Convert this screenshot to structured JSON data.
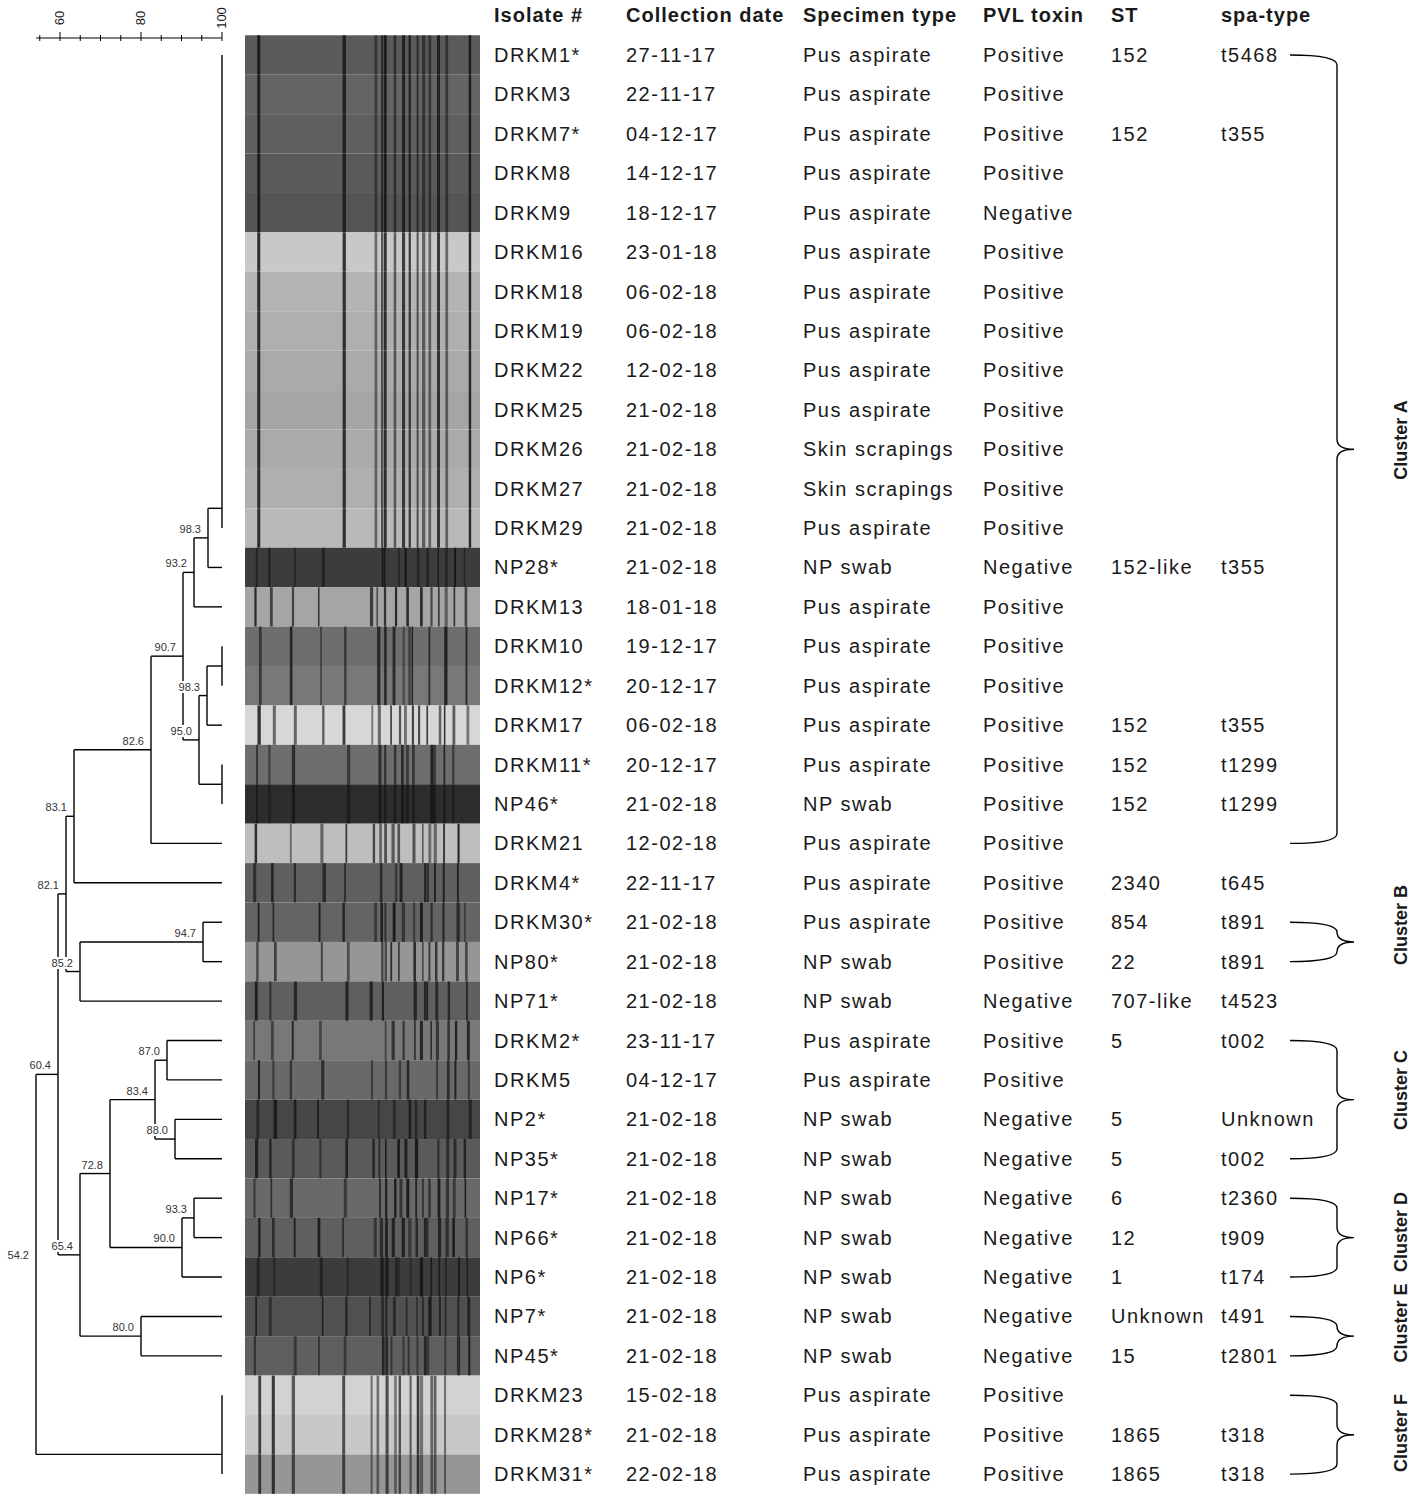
{
  "diagram": {
    "labels": [
      "60",
      "80",
      "100",
      "Isolate #",
      "Collection date",
      "Specimen type",
      "PVL toxin",
      "ST",
      "spa-type",
      "DRKM1*",
      "27-11-17",
      "Pus aspirate",
      "Positive",
      "152",
      "t5468",
      "DRKM3",
      "22-11-17",
      "Pus aspirate",
      "Positive",
      "DRKM7*",
      "04-12-17",
      "Pus aspirate",
      "Positive",
      "152",
      "t355",
      "DRKM8",
      "14-12-17",
      "Pus aspirate",
      "Positive",
      "DRKM9",
      "18-12-17",
      "Pus aspirate",
      "Negative",
      "DRKM16",
      "23-01-18",
      "Pus aspirate",
      "Positive",
      "DRKM18",
      "06-02-18",
      "Pus aspirate",
      "Positive",
      "DRKM19",
      "06-02-18",
      "Pus aspirate",
      "Positive",
      "DRKM22",
      "12-02-18",
      "Pus aspirate",
      "Positive",
      "DRKM25",
      "21-02-18",
      "Pus aspirate",
      "Positive",
      "DRKM26",
      "21-02-18",
      "Skin scrapings",
      "Positive",
      "DRKM27",
      "21-02-18",
      "Skin scrapings",
      "Positive",
      "DRKM29",
      "21-02-18",
      "Pus aspirate",
      "Positive",
      "NP28*",
      "21-02-18",
      "NP swab",
      "Negative",
      "152-like",
      "t355",
      "DRKM13",
      "18-01-18",
      "Pus aspirate",
      "Positive",
      "DRKM10",
      "19-12-17",
      "Pus aspirate",
      "Positive",
      "DRKM12*",
      "20-12-17",
      "Pus aspirate",
      "Positive",
      "DRKM17",
      "06-02-18",
      "Pus aspirate",
      "Positive",
      "152",
      "t355",
      "DRKM11*",
      "20-12-17",
      "Pus aspirate",
      "Positive",
      "152",
      "t1299",
      "NP46*",
      "21-02-18",
      "NP swab",
      "Positive",
      "152",
      "t1299",
      "DRKM21",
      "12-02-18",
      "Pus aspirate",
      "Positive",
      "DRKM4*",
      "22-11-17",
      "Pus aspirate",
      "Positive",
      "2340",
      "t645",
      "DRKM30*",
      "21-02-18",
      "Pus aspirate",
      "Positive",
      "854",
      "t891",
      "NP80*",
      "21-02-18",
      "NP swab",
      "Positive",
      "22",
      "t891",
      "NP71*",
      "21-02-18",
      "NP swab",
      "Negative",
      "707-like",
      "t4523",
      "DRKM2*",
      "23-11-17",
      "Pus aspirate",
      "Positive",
      "5",
      "t002",
      "DRKM5",
      "04-12-17",
      "Pus aspirate",
      "Positive",
      "NP2*",
      "21-02-18",
      "NP swab",
      "Negative",
      "5",
      "Unknown",
      "NP35*",
      "21-02-18",
      "NP swab",
      "Negative",
      "5",
      "t002",
      "NP17*",
      "21-02-18",
      "NP swab",
      "Negative",
      "6",
      "t2360",
      "NP66*",
      "21-02-18",
      "NP swab",
      "Negative",
      "12",
      "t909",
      "NP6*",
      "21-02-18",
      "NP swab",
      "Negative",
      "1",
      "t174",
      "NP7*",
      "21-02-18",
      "NP swab",
      "Negative",
      "Unknown",
      "t491",
      "NP45*",
      "21-02-18",
      "NP swab",
      "Negative",
      "15",
      "t2801",
      "DRKM23",
      "15-02-18",
      "Pus aspirate",
      "Positive",
      "DRKM28*",
      "21-02-18",
      "Pus aspirate",
      "Positive",
      "1865",
      "t318",
      "DRKM31*",
      "22-02-18",
      "Pus aspirate",
      "Positive",
      "1865",
      "t318",
      "98.3",
      "93.2",
      "90.7",
      "98.3",
      "95.0",
      "82.6",
      "83.1",
      "82.1",
      "94.7",
      "85.2",
      "60.4",
      "87.0",
      "83.4",
      "88.0",
      "72.8",
      "93.3",
      "90.0",
      "65.4",
      "80.0",
      "54.2",
      "Cluster A",
      "Cluster B",
      "Cluster C",
      "Cluster D",
      "Cluster E",
      "Cluster F"
    ]
  }
}
